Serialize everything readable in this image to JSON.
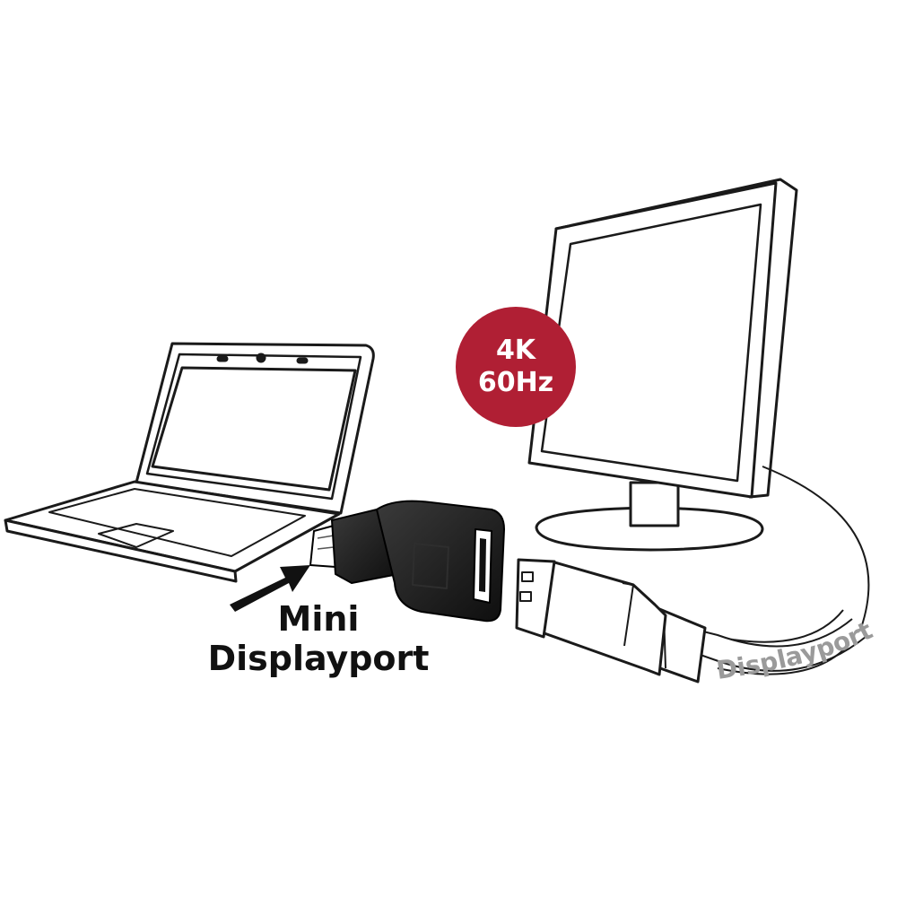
{
  "labels": {
    "mini_line1": "Mini",
    "mini_line2": "Displayport",
    "badge_line1": "4K",
    "badge_line2": "60Hz",
    "cable_label": "Displayport"
  },
  "colors": {
    "badge": "#b01f34",
    "adapter": "#1b1b1b",
    "cable_label": "#9a9a9a",
    "line": "#1a1a1a"
  },
  "icons": [
    "laptop-icon",
    "monitor-icon",
    "adapter-icon",
    "displayport-plug-icon",
    "arrow-icon"
  ]
}
